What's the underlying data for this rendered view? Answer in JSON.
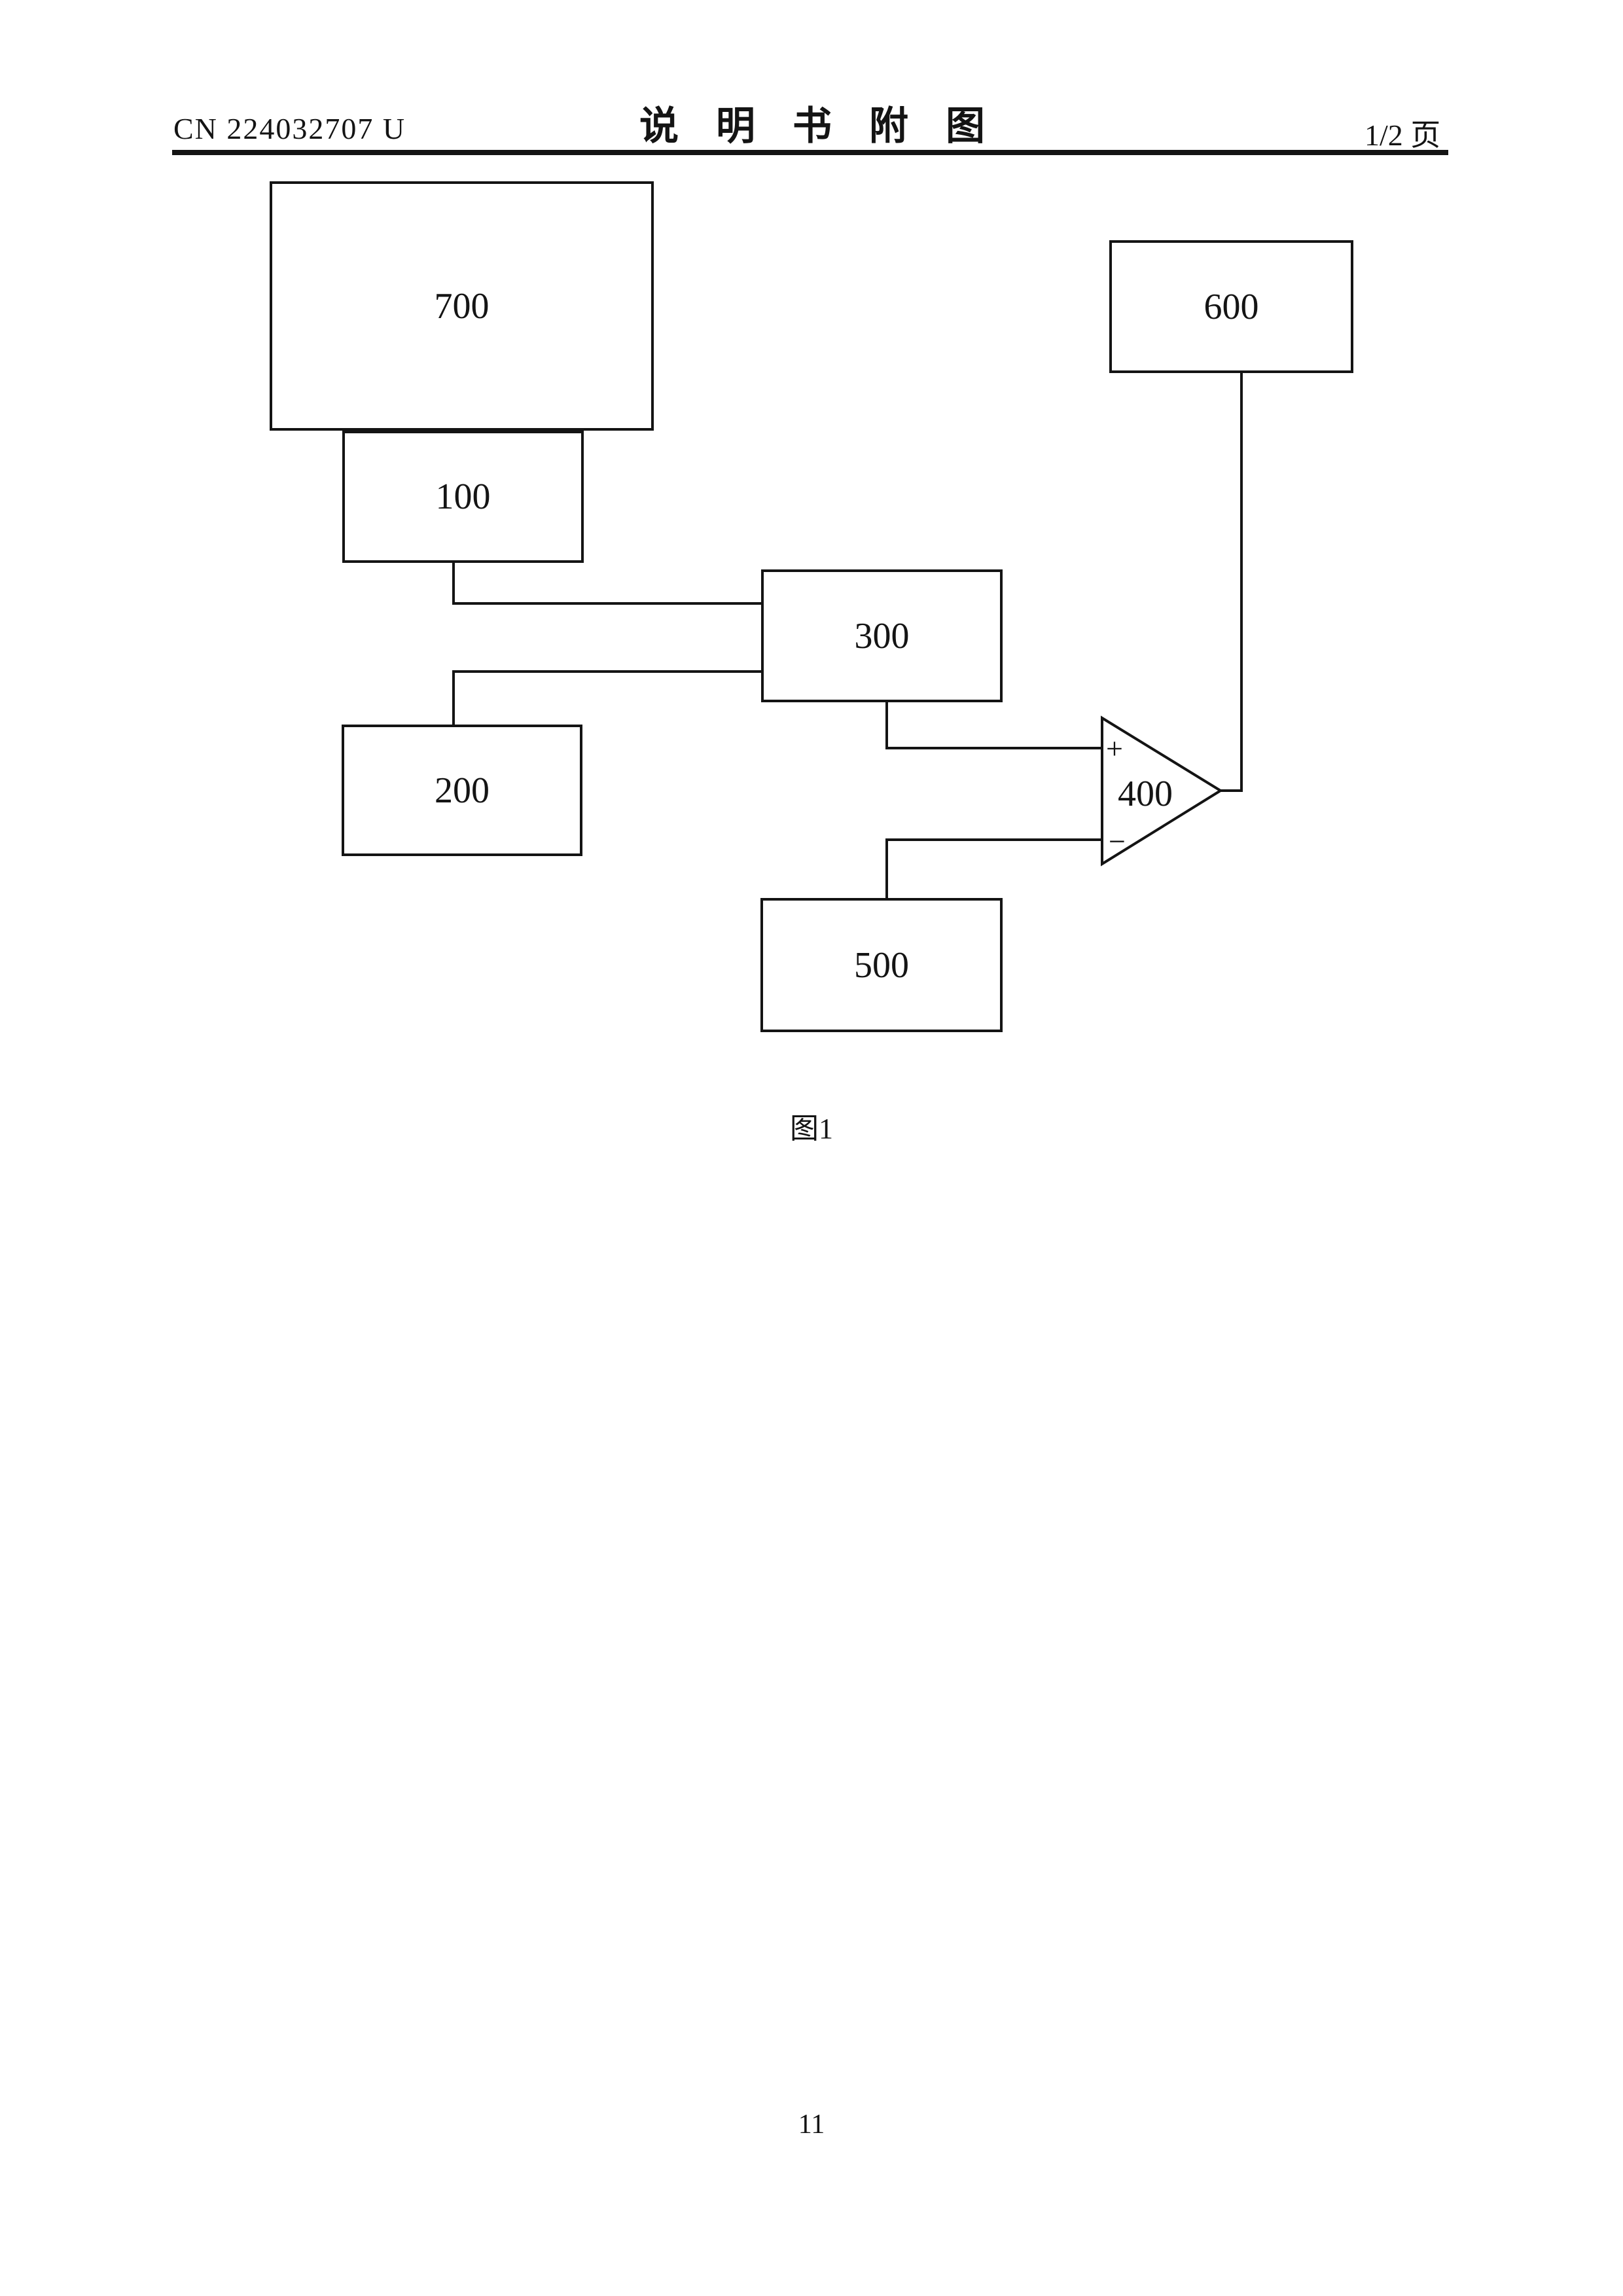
{
  "header": {
    "doc_number": "CN 224032707 U",
    "title": "说明书附图",
    "page_indicator": "1/2 页"
  },
  "figure": {
    "caption": "图1",
    "nodes": {
      "box700": "700",
      "box100": "100",
      "box300": "300",
      "box200": "200",
      "box500": "500",
      "box600": "600"
    },
    "opamp": {
      "label": "400",
      "plus_input": "+",
      "minus_input": "−"
    },
    "connections": [
      [
        "100",
        "300"
      ],
      [
        "300",
        "200"
      ],
      [
        "300",
        "400 +"
      ],
      [
        "500",
        "400 −"
      ],
      [
        "400 out",
        "600"
      ]
    ]
  },
  "footer": {
    "page_number": "11"
  }
}
